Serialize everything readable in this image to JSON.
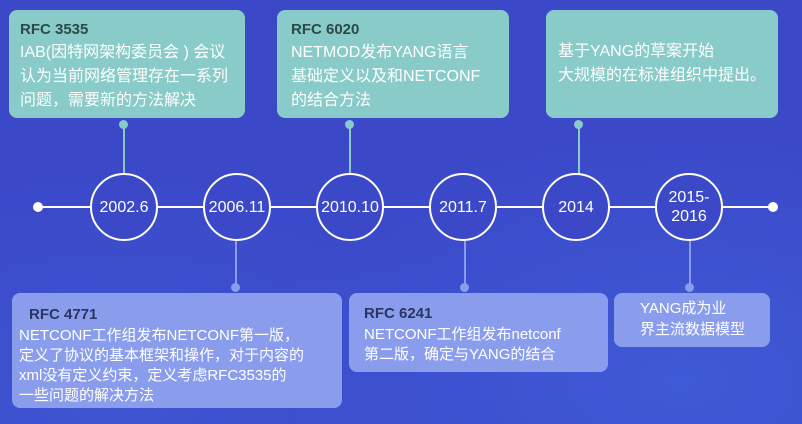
{
  "events": [
    {
      "date": "2002.6",
      "title": "RFC 3535",
      "lines": [
        "IAB(因特网架构委员会 ) 会议",
        "认为当前网络管理存在一系列",
        "问题，需要新的方法解决"
      ]
    },
    {
      "date": "2006.11",
      "title": "RFC 4771",
      "lines": [
        "NETCONF工作组发布NETCONF第一版，",
        "定义了协议的基本框架和操作，对于内容的",
        "xml没有定义约束，定义考虑RFC3535的",
        "一些问题的解决方法"
      ]
    },
    {
      "date": "2010.10",
      "title": "RFC 6020",
      "lines": [
        "NETMOD发布YANG语言",
        "基础定义以及和NETCONF",
        "的结合方法"
      ]
    },
    {
      "date": "2011.7",
      "title": "RFC 6241",
      "lines": [
        "NETCONF工作组发布netconf",
        "第二版，确定与YANG的结合"
      ]
    },
    {
      "date": "2014",
      "lines": [
        "基于YANG的草案开始",
        "大规模的在标准组织中提出。"
      ]
    },
    {
      "date_lines": [
        "2015-",
        "2016"
      ],
      "lines": [
        "YANG成为业",
        "界主流数据模型"
      ]
    }
  ],
  "colors": {
    "background": "#3b49c9",
    "top_box": "#88cbc8",
    "bottom_box": "#8a9ded"
  }
}
